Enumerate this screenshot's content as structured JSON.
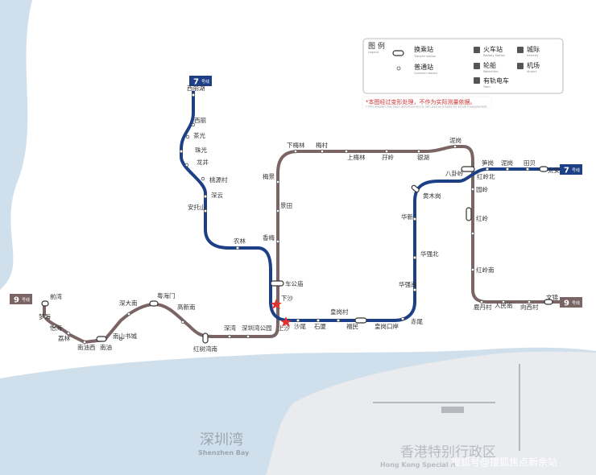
{
  "legend": {
    "title_cn": "图 例",
    "title_en": "Legend",
    "interchange": "换乘站",
    "interchange_en": "Transfer station",
    "ordinary": "普通站",
    "ordinary_en": "Common station",
    "railway": "火车站",
    "railway_en": "Railway Station",
    "ferry": "轮船",
    "ferry_en": "Waterfront",
    "tram": "有轨电车",
    "tram_en": "Tram",
    "intercity": "城际",
    "intercity_en": "Intercity",
    "airport": "机场",
    "airport_en": "Airport"
  },
  "note": {
    "cn": "*本图经过变形处理，不作为实际测量依据。",
    "en": "* This diagram has been deformed and is not used as a basis for actual measurement"
  },
  "lines": {
    "line7_label": "7",
    "line7_sub": "号线",
    "line9_label": "9",
    "line9_sub": "号线",
    "line7_color": "#1d3f86",
    "line9_color": "#7b6464"
  },
  "stations": {
    "xilihu": "西丽湖",
    "xili": "西丽",
    "chaguang": "茶光",
    "zhuguang": "珠光",
    "longjing": "龙井",
    "taoyuancun": "桃源村",
    "shenyun": "深云",
    "antuoshan": "安托山",
    "nonglin": "农林",
    "chegongmiao": "车公庙",
    "shangsha": "上沙",
    "shawei": "沙尾",
    "shixia": "石厦",
    "huangangcun": "皇岗村",
    "futian": "福民",
    "huangangkouan": "皇岗口岸",
    "futiankouan": "赤尾",
    "huaqiangnan": "华强南",
    "huaqiangbei": "华强北",
    "huaxin": "华新",
    "huangmugang": "黄木岗",
    "bagualing": "八卦岭",
    "honglingbei": "红岭北",
    "sungang": "笋岗",
    "tianbei": "田贝",
    "taian": "太安",
    "xiashuijing": "下沙",
    "xiameilin": "下梅林",
    "meicun": "梅村",
    "shangmeilin": "上梅林",
    "xiameilin2": "孖岭",
    "yinhu": "银湖",
    "nigang": "泥岗",
    "honglingzhong": "红岭",
    "yuanling": "园岭",
    "hongling": "红岭南",
    "lumin": "鹿丹村",
    "renminnan": "人民南",
    "xiangxicun": "向西村",
    "wenjin": "文锦",
    "meijing": "梅景",
    "jingtian": "景田",
    "xiangmei": "香梅",
    "qianwan": "前湾",
    "menghai": "梦海",
    "yiwan": "怡海",
    "lilin": "荔林",
    "nanyouxi": "南油西",
    "nanyou": "南油",
    "nanshanshucheng": "南山书城",
    "shendananda": "深大南",
    "yuehaimen": "粤海门",
    "gaoxinnan": "高新南",
    "hongshuwan": "红树湾南",
    "shenwan": "深湾",
    "shenzhenwangongyuan": "深圳湾公园"
  },
  "water": {
    "bay_cn": "深圳湾",
    "bay_en": "Shenzhen Bay",
    "hk_cn": "香港特别行政区",
    "hk_en": "Hong Kong Special A"
  },
  "watermark": "搜狐号@搜狐焦点新余站"
}
